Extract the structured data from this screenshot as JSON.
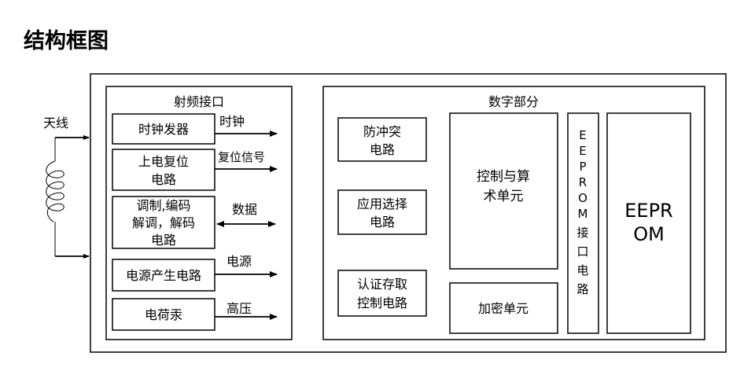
{
  "title": "结构框图",
  "antenna_label": "天线",
  "rf_interface": {
    "title": "射频接口",
    "blocks": {
      "clock_generator": "时钟发器",
      "power_on_reset": [
        "上电复位",
        "电路"
      ],
      "modem_codec": [
        "调制,编码",
        "解调，解码",
        "电路"
      ],
      "power_generation": "电源产生电路",
      "charge_pump": "电荷汞"
    },
    "signals": {
      "clock": "时钟",
      "reset_signal": "复位信号",
      "data": "数据",
      "power": "电源",
      "high_voltage": "高压"
    }
  },
  "digital_part": {
    "title": "数字部分",
    "blocks": {
      "anticollision": [
        "防冲突",
        "电路"
      ],
      "app_select": [
        "应用选择",
        "电路"
      ],
      "auth_access": [
        "认证存取",
        "控制电路"
      ],
      "control_arith": [
        "控制与算",
        "术单元"
      ],
      "encryption": "加密单元",
      "eeprom_interface": [
        "E",
        "E",
        "P",
        "R",
        "O",
        "M",
        "接",
        "口",
        "电",
        "路"
      ],
      "eeprom": [
        "EEPR",
        "OM"
      ]
    }
  }
}
